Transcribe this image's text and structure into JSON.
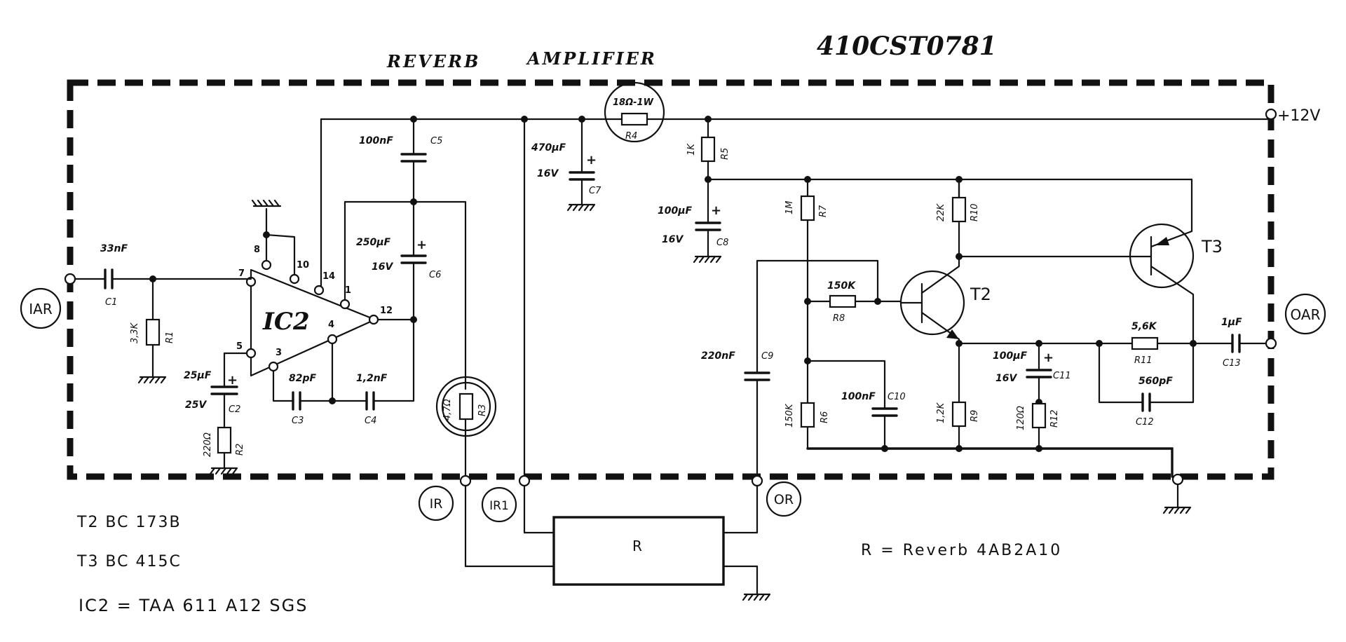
{
  "document_number": "410CST0781",
  "title_left": "REVERB",
  "title_right": "AMPLIFIER",
  "supply": "+12V",
  "ic_label": "IC2",
  "terminals": {
    "iar": "IAR",
    "oar": "OAR",
    "ir": "IR",
    "ir1": "IR1",
    "or": "OR"
  },
  "ic_pins": {
    "p7": "7",
    "p8": "8",
    "p10": "10",
    "p14": "14",
    "p1": "1",
    "p12": "12",
    "p4": "4",
    "p3": "3",
    "p5": "5"
  },
  "components": {
    "c1": {
      "value": "33nF",
      "ref": "C1"
    },
    "r1": {
      "value": "3,3K",
      "ref": "R1"
    },
    "c2": {
      "value": "25µF",
      "voltage": "25V",
      "ref": "C2"
    },
    "r2": {
      "value": "220Ω",
      "ref": "R2"
    },
    "c3": {
      "value": "82pF",
      "ref": "C3"
    },
    "c4": {
      "value": "1,2nF",
      "ref": "C4"
    },
    "c5": {
      "value": "100nF",
      "ref": "C5"
    },
    "c6": {
      "value": "250µF",
      "voltage": "16V",
      "ref": "C6"
    },
    "r3": {
      "value": "4,7Ω",
      "ref": "R3"
    },
    "c7": {
      "value": "470µF",
      "voltage": "16V",
      "ref": "C7"
    },
    "r4": {
      "value": "18Ω-1W",
      "ref": "R4"
    },
    "r5": {
      "value": "1K",
      "ref": "R5"
    },
    "c8": {
      "value": "100µF",
      "voltage": "16V",
      "ref": "C8"
    },
    "r7": {
      "value": "1M",
      "ref": "R7"
    },
    "r8": {
      "value": "150K",
      "ref": "R8"
    },
    "r6": {
      "value": "150K",
      "ref": "R6"
    },
    "c10": {
      "value": "100nF",
      "ref": "C10"
    },
    "c9": {
      "value": "220nF",
      "ref": "C9"
    },
    "r10": {
      "value": "22K",
      "ref": "R10"
    },
    "r9": {
      "value": "1,2K",
      "ref": "R9"
    },
    "c11": {
      "value": "100µF",
      "voltage": "16V",
      "ref": "C11"
    },
    "r12": {
      "value": "120Ω",
      "ref": "R12"
    },
    "r11": {
      "value": "5,6K",
      "ref": "R11"
    },
    "c12": {
      "value": "560pF",
      "ref": "C12"
    },
    "c13": {
      "value": "1µF",
      "ref": "C13"
    }
  },
  "transistors": {
    "t2": "T2",
    "t3": "T3"
  },
  "reverb_unit": "R",
  "legend": {
    "t2": "T2  BC 173B",
    "t3": "T3  BC 415C",
    "ic": "IC2  =  TAA  611  A12    SGS",
    "reverb": "R  =  Reverb    4AB2A10"
  }
}
